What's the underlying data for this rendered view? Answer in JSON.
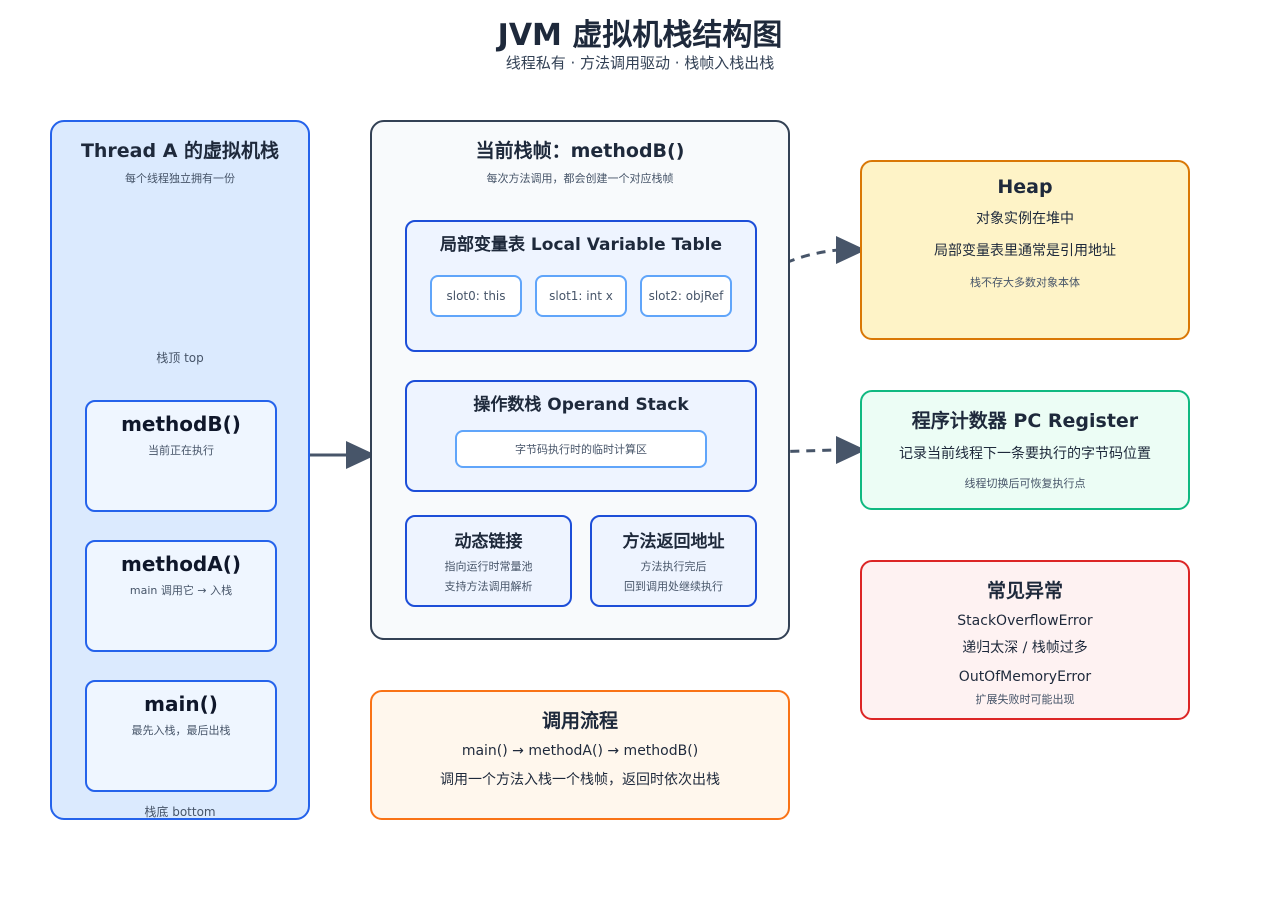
{
  "title": "JVM 虚拟机栈结构图",
  "subtitle": "线程私有 · 方法调用驱动 · 栈帧入栈出栈",
  "thread": {
    "title": "Thread A 的虚拟机栈",
    "subtitle": "每个线程独立拥有一份",
    "top_label": "栈顶 top",
    "bottom_label": "栈底 bottom",
    "frames": [
      {
        "name": "methodB()",
        "desc": "当前正在执行"
      },
      {
        "name": "methodA()",
        "desc": "main 调用它 → 入栈"
      },
      {
        "name": "main()",
        "desc": "最先入栈，最后出栈"
      }
    ]
  },
  "current_frame": {
    "title": "当前栈帧：methodB()",
    "subtitle": "每次方法调用，都会创建一个对应栈帧",
    "locals": {
      "title": "局部变量表 Local Variable Table",
      "slots": [
        "slot0: this",
        "slot1: int x",
        "slot2: objRef"
      ]
    },
    "operand": {
      "title": "操作数栈 Operand Stack",
      "desc": "字节码执行时的临时计算区"
    },
    "dynamic_link": {
      "title": "动态链接",
      "line1": "指向运行时常量池",
      "line2": "支持方法调用解析"
    },
    "return_addr": {
      "title": "方法返回地址",
      "line1": "方法执行完后",
      "line2": "回到调用处继续执行"
    }
  },
  "heap": {
    "title": "Heap",
    "line1": "对象实例在堆中",
    "line2": "局部变量表里通常是引用地址",
    "note": "栈不存大多数对象本体"
  },
  "pc": {
    "title": "程序计数器 PC Register",
    "line1": "记录当前线程下一条要执行的字节码位置",
    "note": "线程切换后可恢复执行点"
  },
  "exceptions": {
    "title": "常见异常",
    "line1": "StackOverflowError",
    "line2": "递归太深 / 栈帧过多",
    "line3": "OutOfMemoryError",
    "note": "扩展失败时可能出现"
  },
  "flow": {
    "title": "调用流程",
    "line1": "main() → methodA() → methodB()",
    "line2": "调用一个方法入栈一个栈帧，返回时依次出栈"
  },
  "colors": {
    "thread_fill": "#dbeafe",
    "thread_border": "#2563eb",
    "heap_fill": "#fef3c7",
    "heap_border": "#d97706",
    "pc_fill": "#ecfdf5",
    "pc_border": "#10b981",
    "exception_fill": "#fef2f2",
    "exception_border": "#dc2626",
    "flow_fill": "#fff7ed",
    "flow_border": "#f97316",
    "arrow": "#475569"
  }
}
